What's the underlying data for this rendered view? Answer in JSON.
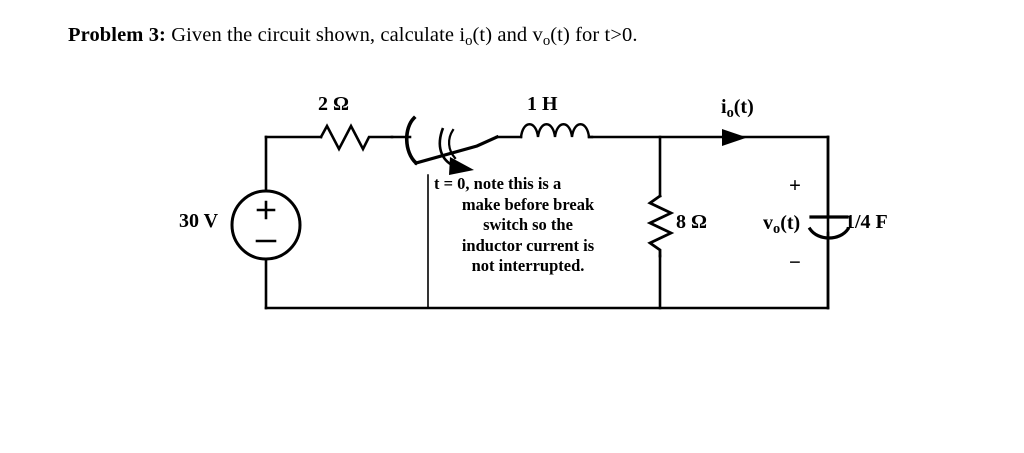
{
  "problem": {
    "label": "Problem 3:",
    "text_before_io": " Given the circuit shown, calculate i",
    "io_sub": "o",
    "text_mid": "(t) and v",
    "vo_sub": "o",
    "text_after": "(t) for t>0."
  },
  "circuit": {
    "title_full": "Problem 3: Given the circuit shown, calculate io(t) and vo(t) for t>0.",
    "source": {
      "label": "30 V",
      "polarity_top": "+",
      "polarity_bottom": "−"
    },
    "resistor_series": {
      "label": "2 Ω",
      "value": "2",
      "unit": "Ω"
    },
    "inductor": {
      "label": "1 H",
      "value": "1",
      "unit": "H"
    },
    "resistor_shunt": {
      "label": "8 Ω",
      "value": "8",
      "unit": "Ω"
    },
    "capacitor": {
      "label": "1/4 F",
      "value": "1/4",
      "unit": "F",
      "plus": "+",
      "minus": "−"
    },
    "current_label": {
      "base": "i",
      "sub": "o",
      "suffix": "(t)"
    },
    "voltage_label": {
      "base": "v",
      "sub": "o",
      "suffix": "(t)"
    },
    "switch_note": {
      "line1": "t = 0, note this is a",
      "line2": "make before break",
      "line3": "switch so the",
      "line4": "inductor current is",
      "line5": "not interrupted."
    }
  },
  "colors": {
    "ink": "#000000",
    "paper": "#ffffff"
  }
}
